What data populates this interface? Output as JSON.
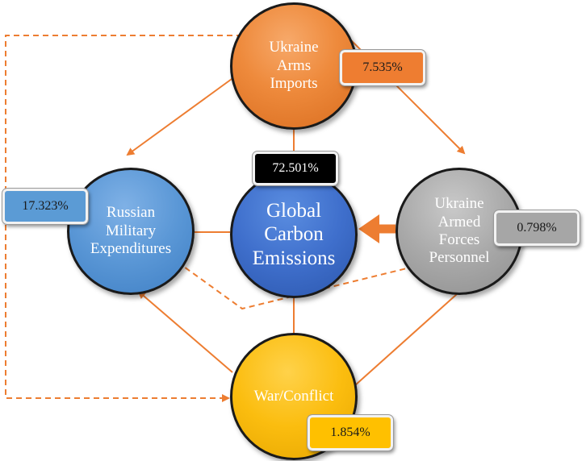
{
  "nodes": {
    "arms_imports": "Ukraine\nArms\nImports",
    "russian_military": "Russian\nMilitary\nExpenditures",
    "global_carbon": "Global\nCarbon\nEmissions",
    "armed_forces": "Ukraine\nArmed\nForces\nPersonnel",
    "war_conflict": "War/Conflict"
  },
  "badges": {
    "arms_imports": "7.535%",
    "global_carbon": "72.501%",
    "russian_military": "17.323%",
    "armed_forces": "0.798%",
    "war_conflict": "1.854%"
  },
  "colors": {
    "arrow": "#ed7d31",
    "arms_imports": "#ee7d31",
    "russian_military": "#5b9bd5",
    "global_carbon": "#4472c4",
    "armed_forces": "#a5a5a5",
    "war_conflict": "#ffc000"
  }
}
